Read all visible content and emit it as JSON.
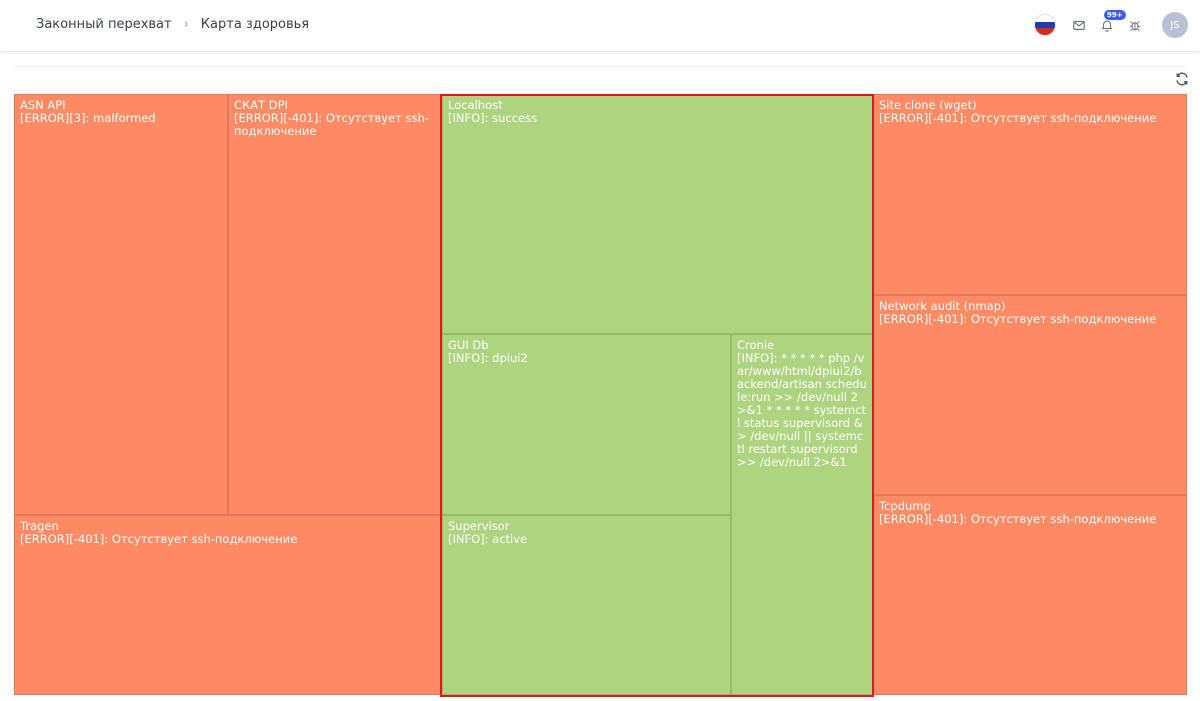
{
  "header": {
    "breadcrumb_root": "Законный перехват",
    "breadcrumb_current": "Карта здоровья",
    "notifications_badge": "99+",
    "avatar_initials": "JS"
  },
  "colors": {
    "error": "#ff8a63",
    "ok": "#aed480",
    "highlight": "#e5161b"
  },
  "icons": [
    "russia-flag-icon",
    "mail-icon",
    "bell-icon",
    "bug-icon",
    "refresh-icon"
  ],
  "tiles": {
    "asn_api": {
      "name": "ASN API",
      "status": "[ERROR][3]: malformed"
    },
    "skat_dpi": {
      "name": "СКАТ DPI",
      "status": "[ERROR][-401]: Отсутствует ssh-подключение"
    },
    "tragen": {
      "name": "Tragen",
      "status": "[ERROR][-401]: Отсутствует ssh-подключение"
    },
    "localhost": {
      "name": "Localhost",
      "status": "[INFO]: success"
    },
    "gui_db": {
      "name": "GUI Db",
      "status": "[INFO]: dpiui2"
    },
    "supervisor": {
      "name": "Supervisor",
      "status": "[INFO]: active"
    },
    "cronie": {
      "name": "Cronie",
      "status": "[INFO]: * * * * * php /var/www/html/dpiui2/backend/artisan schedule:run >> /dev/null 2>&1 * * * * * systemctl status supervisord &> /dev/null || systemctl restart supervisord >> /dev/null 2>&1"
    },
    "site_clone": {
      "name": "Site clone (wget)",
      "status": "[ERROR][-401]: Отсутствует ssh-подключение"
    },
    "network_audit": {
      "name": "Network audit (nmap)",
      "status": "[ERROR][-401]: Отсутствует ssh-подключение"
    },
    "tcpdump": {
      "name": "Tcpdump",
      "status": "[ERROR][-401]: Отсутствует ssh-подключение"
    }
  }
}
